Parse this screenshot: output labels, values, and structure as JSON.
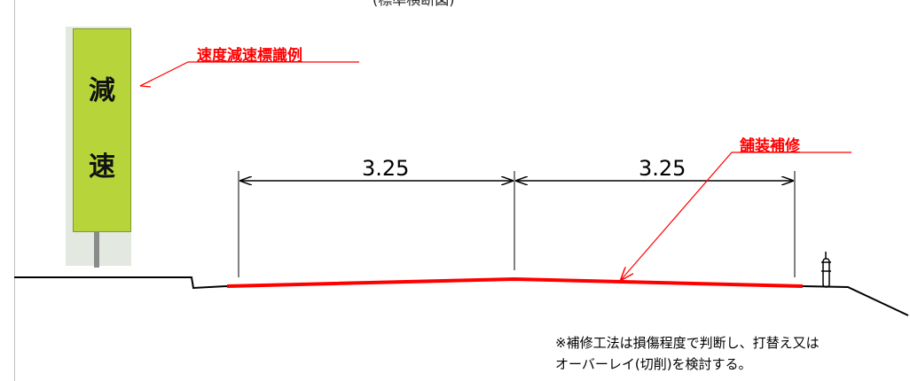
{
  "top_caption": "(標準横断図)",
  "sign": {
    "char1": "減",
    "char2": "速"
  },
  "labels": {
    "sign_example": "速度減速標識例",
    "repair": "舗装補修"
  },
  "dimensions": [
    "3.25",
    "3.25"
  ],
  "note": {
    "line1": "※補修工法は損傷程度で判断し、打替え又は",
    "line2": "オーバーレイ(切削)を検討する。"
  },
  "colors": {
    "red": "#ff0000",
    "sign_green": "#b7d53a"
  }
}
